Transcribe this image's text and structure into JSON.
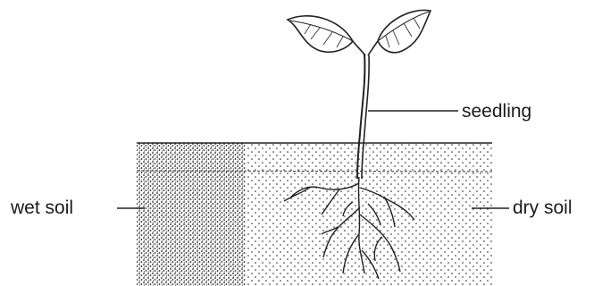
{
  "labels": {
    "seedling": "seedling",
    "wet_soil": "wet soil",
    "dry_soil": "dry soil"
  },
  "colors": {
    "ink": "#1a1a1a",
    "background": "#ffffff"
  }
}
